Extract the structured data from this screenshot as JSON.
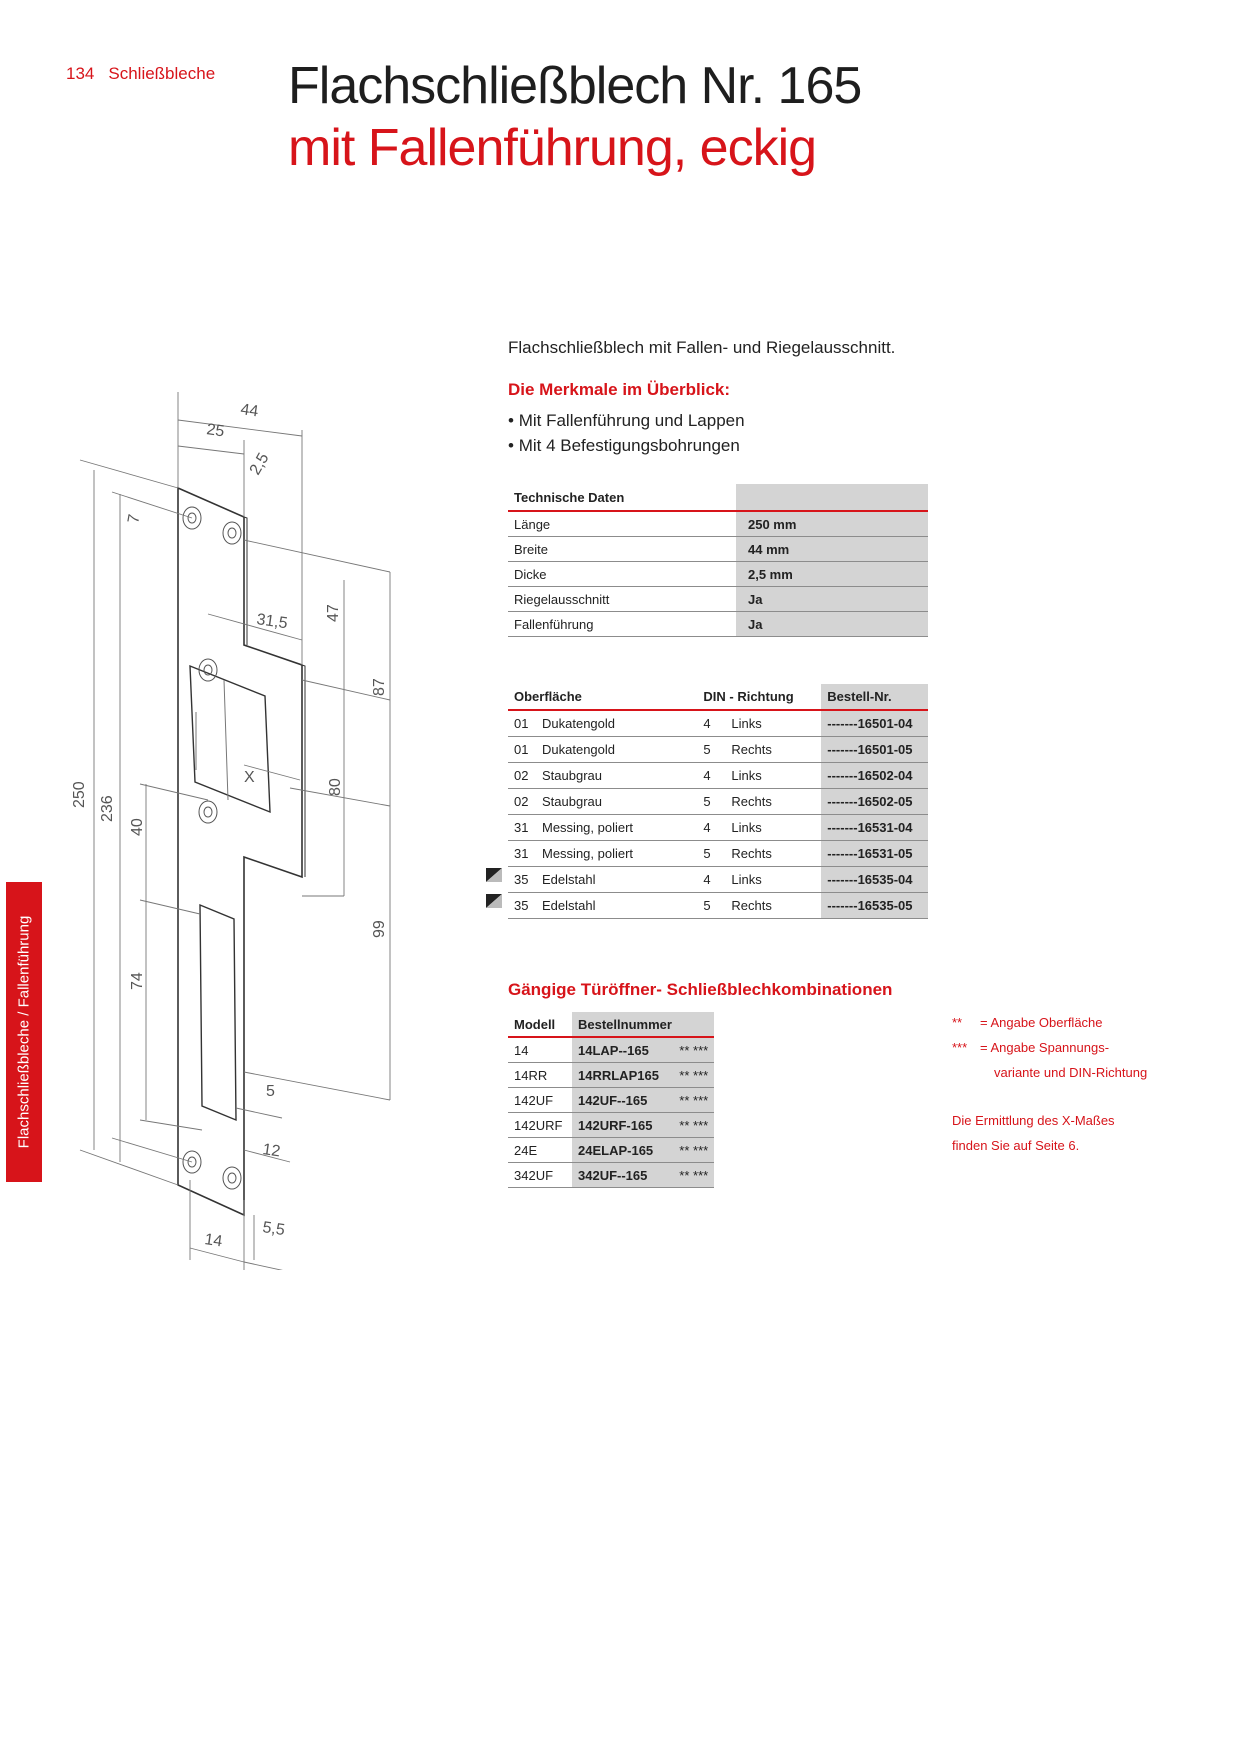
{
  "header": {
    "page_number": "134",
    "section": "Schließbleche"
  },
  "title": {
    "line1": "Flachschließblech Nr. 165",
    "line2": "mit Fallenführung, eckig"
  },
  "side_tab": "Flachschließbleche / Fallenführung",
  "intro": "Flachschließblech mit Fallen- und Riegelausschnitt.",
  "features": {
    "title": "Die Merkmale im Überblick:",
    "items": [
      "Mit Fallenführung und Lappen",
      "Mit 4 Befestigungsbohrungen"
    ]
  },
  "tech": {
    "header": "Technische Daten",
    "rows": [
      {
        "label": "Länge",
        "value": "250 mm"
      },
      {
        "label": "Breite",
        "value": "44 mm"
      },
      {
        "label": "Dicke",
        "value": "2,5 mm"
      },
      {
        "label": "Riegelausschnitt",
        "value": "Ja"
      },
      {
        "label": "Fallenführung",
        "value": "Ja"
      }
    ]
  },
  "order": {
    "headers": [
      "Oberfläche",
      "DIN - Richtung",
      "Bestell-Nr."
    ],
    "rows": [
      {
        "code": "01",
        "finish": "Dukatengold",
        "din": "4",
        "dir": "Links",
        "nr": "-------16501-04"
      },
      {
        "code": "01",
        "finish": "Dukatengold",
        "din": "5",
        "dir": "Rechts",
        "nr": "-------16501-05"
      },
      {
        "code": "02",
        "finish": "Staubgrau",
        "din": "4",
        "dir": "Links",
        "nr": "-------16502-04"
      },
      {
        "code": "02",
        "finish": "Staubgrau",
        "din": "5",
        "dir": "Rechts",
        "nr": "-------16502-05"
      },
      {
        "code": "31",
        "finish": "Messing, poliert",
        "din": "4",
        "dir": "Links",
        "nr": "-------16531-04"
      },
      {
        "code": "31",
        "finish": "Messing, poliert",
        "din": "5",
        "dir": "Rechts",
        "nr": "-------16531-05"
      },
      {
        "code": "35",
        "finish": "Edelstahl",
        "din": "4",
        "dir": "Links",
        "nr": "-------16535-04"
      },
      {
        "code": "35",
        "finish": "Edelstahl",
        "din": "5",
        "dir": "Rechts",
        "nr": "-------16535-05"
      }
    ]
  },
  "combos": {
    "title": "Gängige Türöffner- Schließblechkombinationen",
    "headers": [
      "Modell",
      "Bestellnummer"
    ],
    "rows": [
      {
        "model": "14",
        "nr": "14LAP--165",
        "stars": "** ***"
      },
      {
        "model": "14RR",
        "nr": "14RRLAP165",
        "stars": "** ***"
      },
      {
        "model": "142UF",
        "nr": "142UF--165",
        "stars": "** ***"
      },
      {
        "model": "142URF",
        "nr": "142URF-165",
        "stars": "** ***"
      },
      {
        "model": "24E",
        "nr": "24ELAP-165",
        "stars": "** ***"
      },
      {
        "model": "342UF",
        "nr": "342UF--165",
        "stars": "** ***"
      }
    ]
  },
  "legend": {
    "sym1": "**",
    "text1": "= Angabe Oberfläche",
    "sym2": "***",
    "text2": "= Angabe Spannungs-",
    "text3": "variante und DIN-Richtung"
  },
  "note": {
    "line1": "Die Ermittlung des X-Maßes",
    "line2": "finden Sie auf Seite 6."
  },
  "drawing": {
    "d44": "44",
    "d25": "25",
    "d2_5": "2,5",
    "d7": "7",
    "d31_5": "31,5",
    "d47": "47",
    "d87": "87",
    "dX": "X",
    "d80": "80",
    "d250": "250",
    "d236": "236",
    "d40": "40",
    "d99": "99",
    "d74": "74",
    "d5": "5",
    "d12": "12",
    "d14": "14",
    "d5_5": "5,5"
  },
  "colors": {
    "accent": "#d7141a",
    "table_gray": "#d4d4d4",
    "rule_gray": "#8c8c8c"
  }
}
